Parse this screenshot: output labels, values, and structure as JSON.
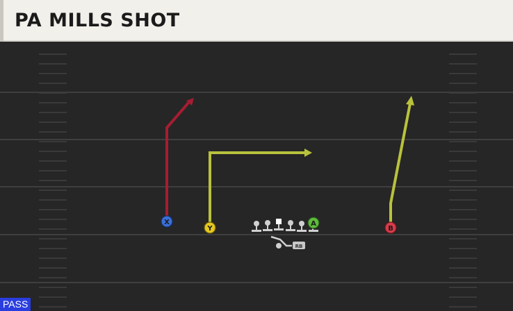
{
  "play": {
    "title": "PA MILLS SHOT",
    "play_type_badge": "PASS"
  },
  "players": {
    "x": {
      "label": "X",
      "color": "#3a6fd8",
      "route_color": "#a61d33"
    },
    "y": {
      "label": "Y",
      "color": "#e6c820",
      "route_color": "#b9c23c"
    },
    "a": {
      "label": "A",
      "color": "#5dbb3a"
    },
    "b": {
      "label": "B",
      "color": "#d93b4a",
      "route_color": "#b9c23c"
    },
    "rb": {
      "label": "RB",
      "color": "#c8c8c8"
    }
  },
  "colors": {
    "field": "#262626",
    "yard_line": "#3f3f3f",
    "hash_mark": "#3a3a3a",
    "banner_bg": "#f2f0eb",
    "title_text": "#1b1b1b",
    "badge_bg": "#2a3ee0",
    "lineman": "#d0d0d0"
  }
}
